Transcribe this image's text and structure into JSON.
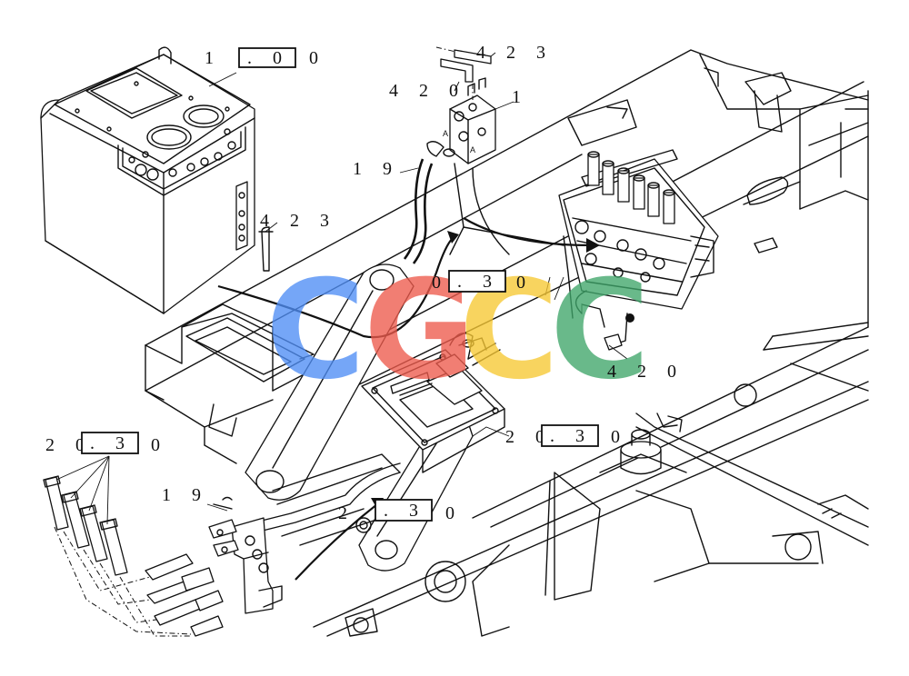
{
  "callouts": {
    "c1_pre": "1",
    "c1_box": ". 0",
    "c1_post": "0",
    "c2": "4 2 3",
    "c3": "4 2 0",
    "c4": "1",
    "c5": "1 9",
    "c6": "4 2 3",
    "c7_pre": "0",
    "c7_box": ". 3",
    "c7_post": "0",
    "c8": "4 2 0",
    "c9_pre": "2 0",
    "c9_box": ". 3",
    "c9_post": "0",
    "c10_pre": "2 0",
    "c10_box": ". 3",
    "c10_post": "0",
    "c11": "1 9",
    "c12_pre": "2",
    "c12_box": ". 3",
    "c12_post": "0"
  },
  "valve_marks": {
    "a1": "A",
    "a2": "A"
  },
  "watermark": {
    "letters": [
      "C",
      "G",
      "C",
      "C"
    ],
    "colors": [
      "#4f8ef5",
      "#ee5b4c",
      "#f7c833",
      "#3fa66a"
    ]
  }
}
